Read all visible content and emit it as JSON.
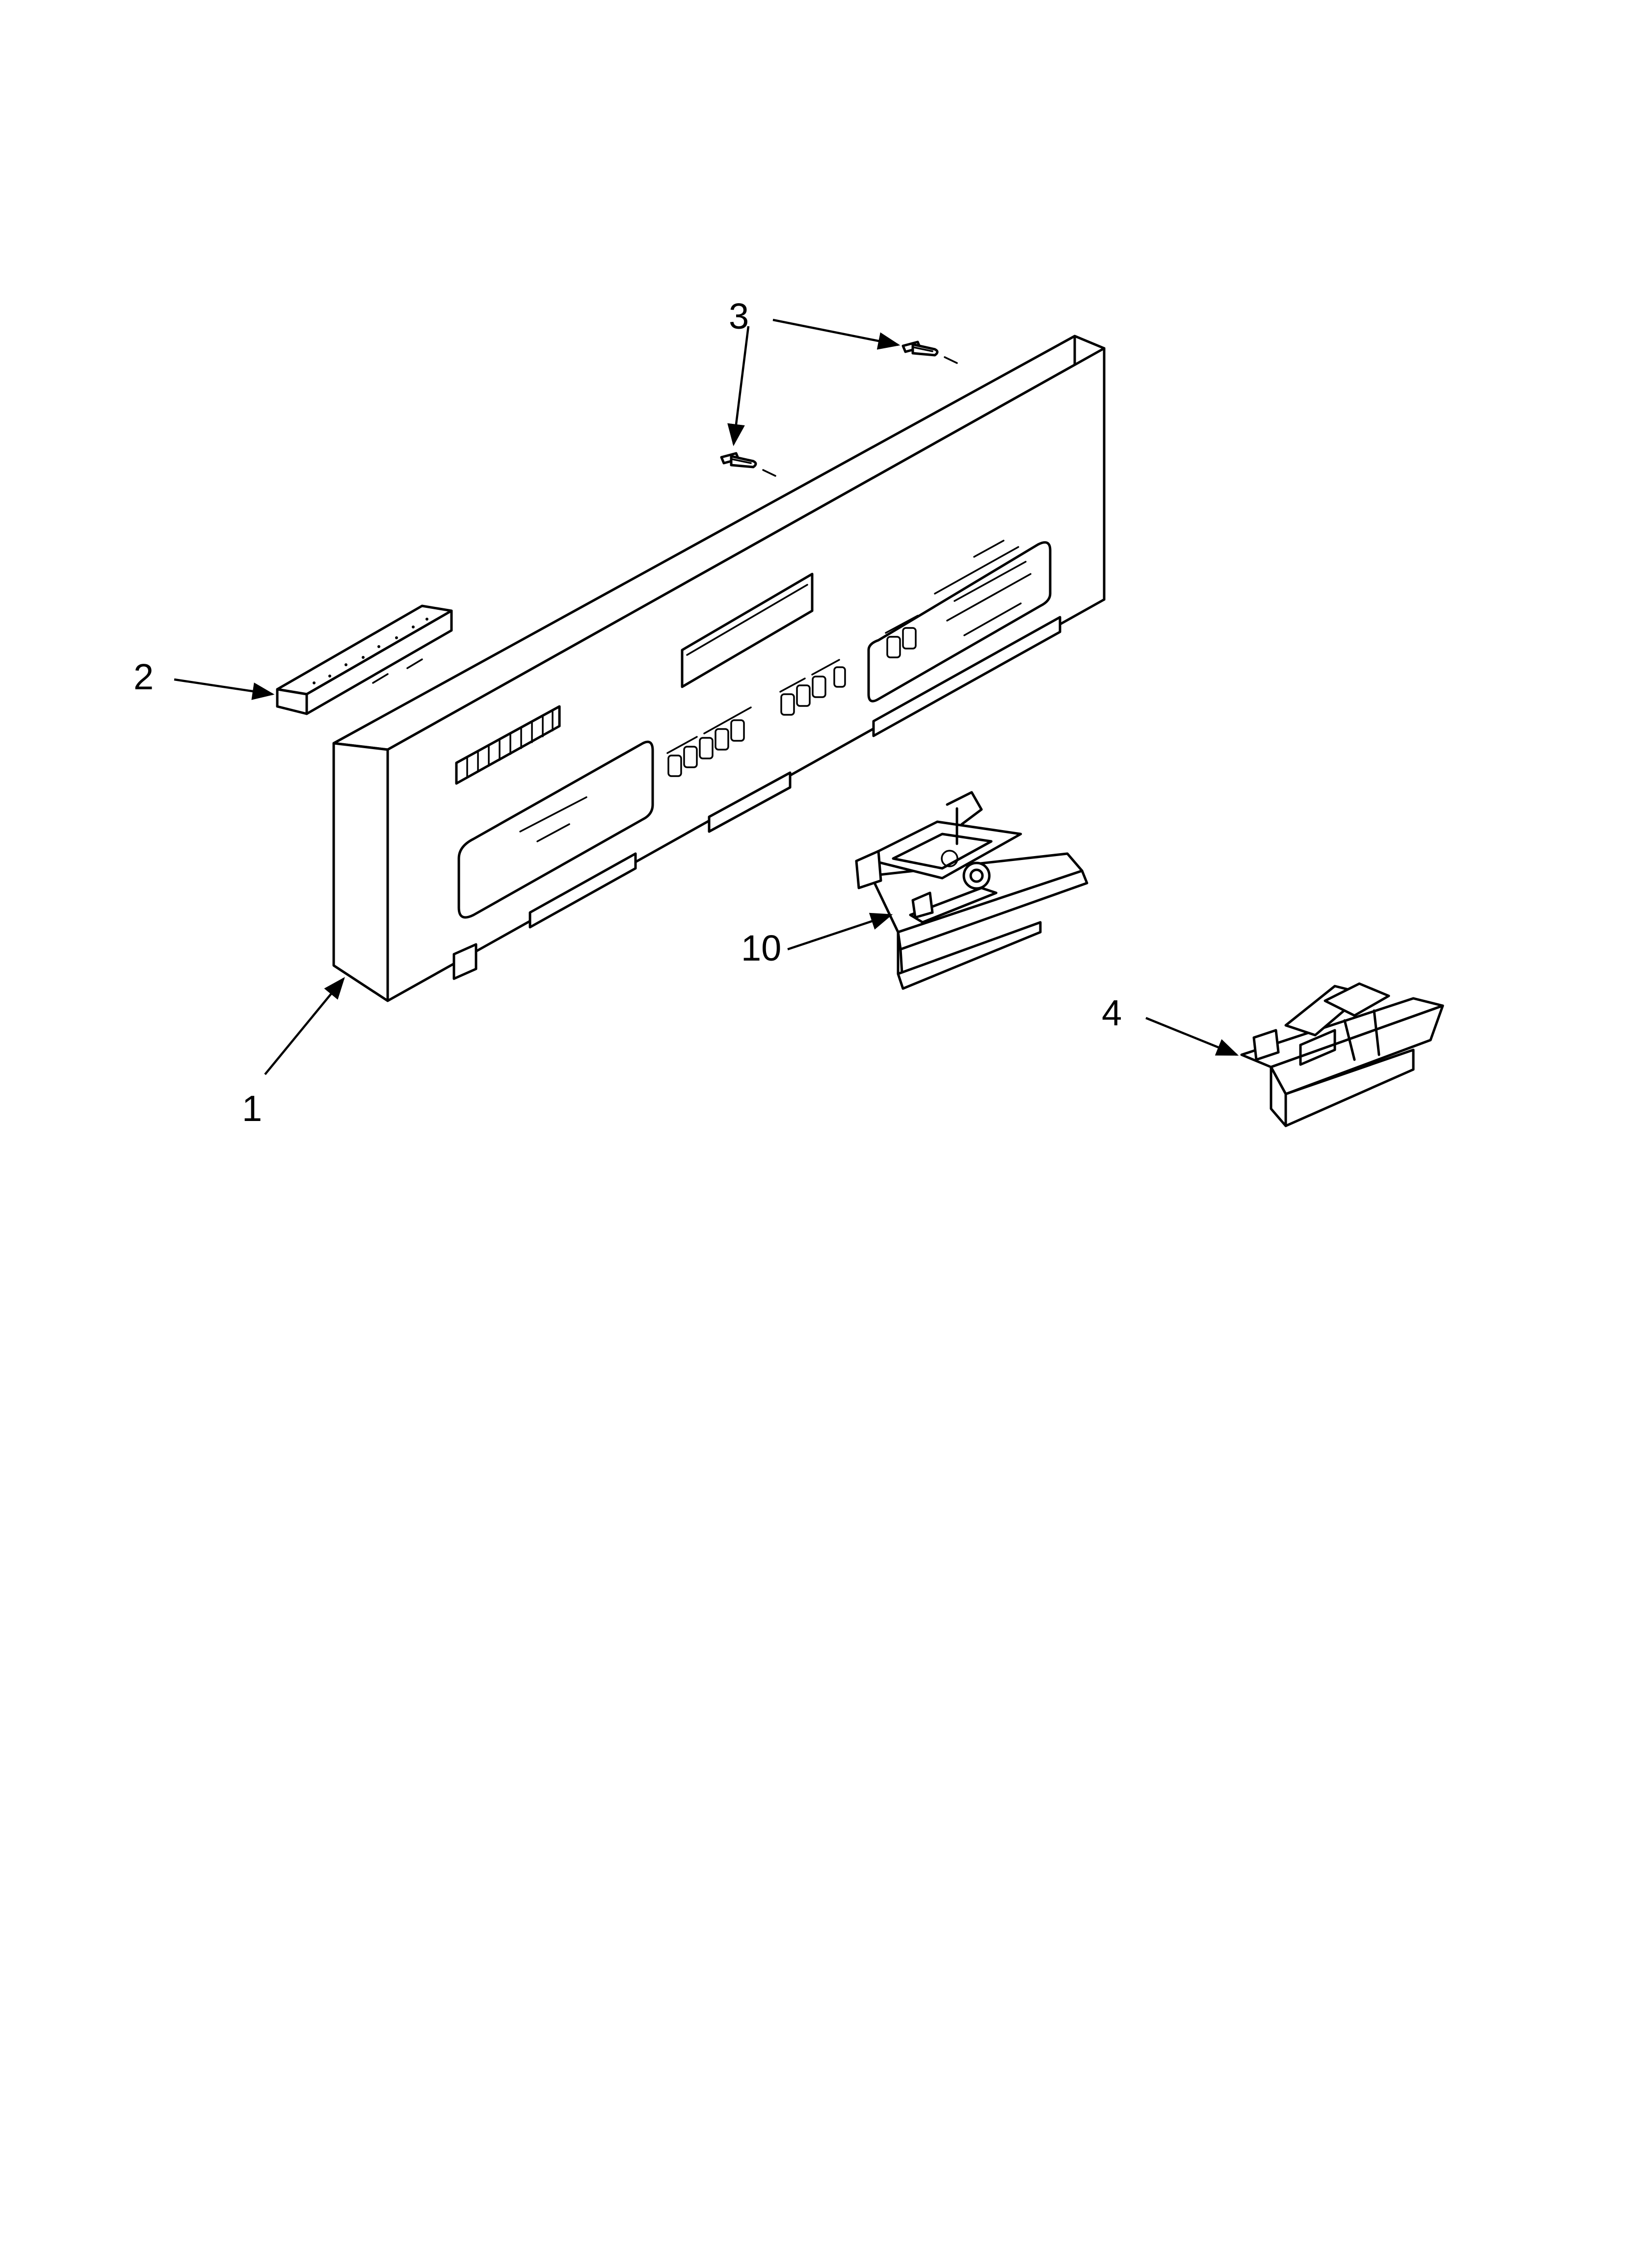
{
  "diagram": {
    "callouts": [
      {
        "id": "1",
        "label": "1"
      },
      {
        "id": "2",
        "label": "2"
      },
      {
        "id": "3",
        "label": "3"
      },
      {
        "id": "4",
        "label": "4"
      },
      {
        "id": "10",
        "label": "10"
      }
    ],
    "colors": {
      "line": "#000000",
      "background": "#ffffff"
    }
  }
}
